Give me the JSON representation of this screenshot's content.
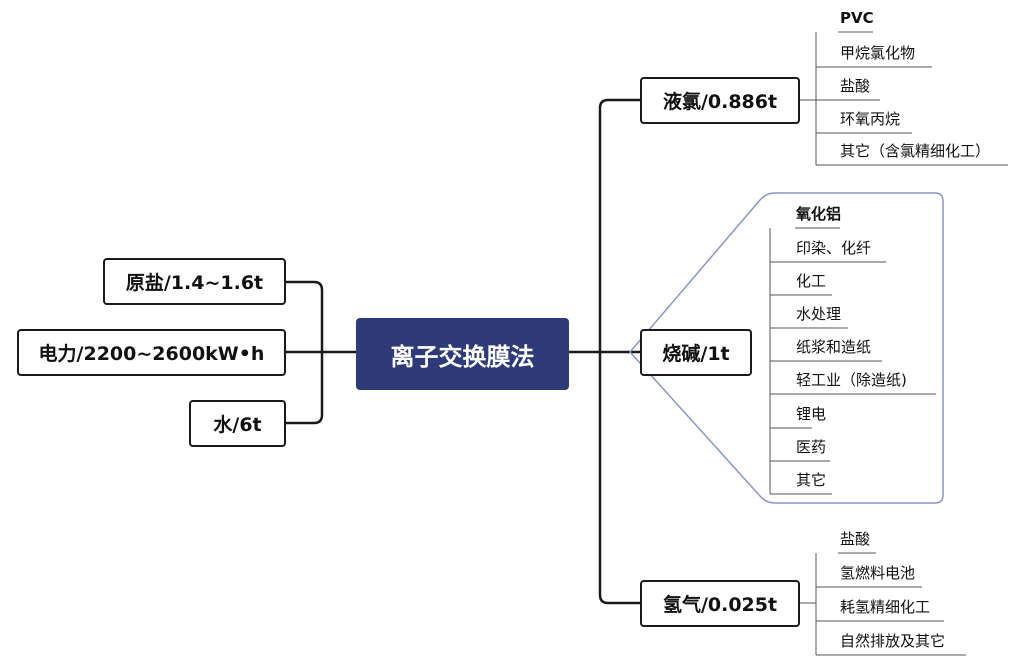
{
  "center": {
    "label": "离子交换膜法"
  },
  "inputs": [
    {
      "label": "原盐/1.4~1.6t"
    },
    {
      "label": "电力/2200~2600kW•h"
    },
    {
      "label": "水/6t"
    }
  ],
  "outputs": [
    {
      "label": "液氯/0.886t",
      "uses": [
        "PVC",
        "甲烷氯化物",
        "盐酸",
        "环氧丙烷",
        "其它（含氯精细化工）"
      ]
    },
    {
      "label": "烧碱/1t",
      "uses": [
        "氧化铝",
        "印染、化纤",
        "化工",
        "水处理",
        "纸浆和造纸",
        "轻工业（除造纸)",
        "锂电",
        "医药",
        "其它"
      ]
    },
    {
      "label": "氢气/0.025t",
      "uses": [
        "盐酸",
        "氢燃料电池",
        "耗氢精细化工",
        "自然排放及其它"
      ]
    }
  ],
  "colors": {
    "center_fill": "#2f3a78",
    "line": "#1a1a1a",
    "callout": "#8a96c4"
  }
}
